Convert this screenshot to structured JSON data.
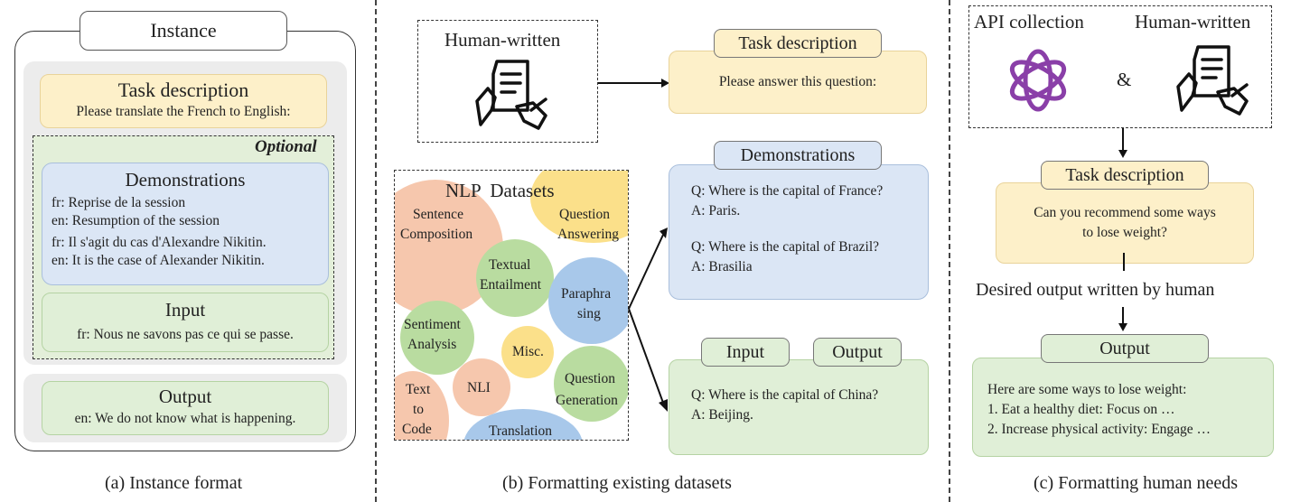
{
  "panel_a": {
    "title": "Instance",
    "task_title": "Task description",
    "task_text": "Please translate the French to English:",
    "optional_label": "Optional",
    "demos_title": "Demonstrations",
    "demo_lines": [
      "fr: Reprise de la session",
      "en: Resumption of the session",
      "fr: Il s'agit du cas d'Alexandre Nikitin.",
      "en: It is the case of Alexander Nikitin."
    ],
    "input_title": "Input",
    "input_text": "fr: Nous ne savons pas ce qui se passe.",
    "output_title": "Output",
    "output_text": "en: We do not know what is happening.",
    "caption": "(a) Instance format"
  },
  "panel_b": {
    "human_written": "Human-written",
    "task_title": "Task description",
    "task_text": "Please answer this question:",
    "nlp_title": "NLP  Datasets",
    "bubbles": {
      "sentence_composition": [
        "Sentence",
        "Composition"
      ],
      "question_answering": [
        "Question",
        "Answering"
      ],
      "textual_entailment": [
        "Textual",
        "Entailment"
      ],
      "paraphrasing": [
        "Paraphra",
        "sing"
      ],
      "sentiment_analysis": [
        "Sentiment",
        "Analysis"
      ],
      "misc": "Misc.",
      "nli": "NLI",
      "question_generation": [
        "Question",
        "Generation"
      ],
      "text_to_code": [
        "Text",
        "to",
        "Code"
      ],
      "translation": "Translation"
    },
    "demos_title": "Demonstrations",
    "demo_lines": [
      "Q: Where is the capital of France?",
      "A: Paris.",
      "Q: Where is the capital of Brazil?",
      "A: Brasilia"
    ],
    "input_tab": "Input",
    "output_tab": "Output",
    "io_lines": [
      "Q: Where is the capital of China?",
      "A: Beijing."
    ],
    "caption": "(b) Formatting existing datasets"
  },
  "panel_c": {
    "api_collection": "API collection",
    "human_written": "Human-written",
    "ampersand": "&",
    "task_title": "Task description",
    "task_lines": [
      "Can you recommend some ways",
      "to lose weight?"
    ],
    "desired_output": "Desired output written by human",
    "output_title": "Output",
    "output_lines": [
      "Here are some ways to lose weight:",
      "1. Eat a healthy diet: Focus on …",
      "2. Increase physical activity: Engage …"
    ],
    "caption": "(c) Formatting human needs"
  },
  "colors": {
    "yellow": "#fdf0c9",
    "blue": "#dbe6f5",
    "green": "#e0efd7",
    "orange_bubble": "#f6c7ad",
    "yellow_bubble": "#fbe08a",
    "green_bubble": "#b9dca0",
    "blue_bubble": "#a8c8ea",
    "openai_purple": "#8a3fa8"
  },
  "icons": [
    "document-in-hands-icon",
    "openai-logo-icon",
    "arrow-icon"
  ]
}
